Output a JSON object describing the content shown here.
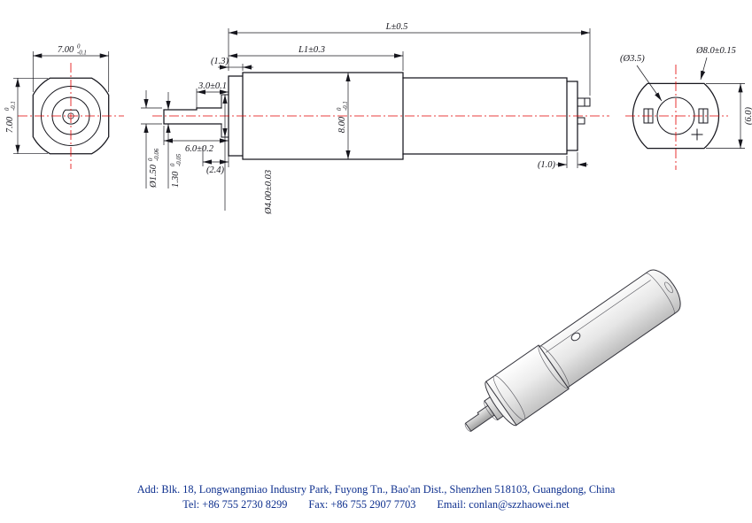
{
  "drawing": {
    "front_view": {
      "dim_width": {
        "value": "7.00",
        "tol_up": "0",
        "tol_dn": "-0.1"
      },
      "dim_height": {
        "value": "7.00",
        "tol_up": "0",
        "tol_dn": "-0.1"
      }
    },
    "side_view": {
      "dim_overall_length": "L±0.5",
      "dim_gearbox_length": "L1±0.3",
      "dim_front_cap": "(1.3)",
      "dim_shaft_flat_length": "3.0±0.1",
      "dim_body_dia": {
        "value": "8.00",
        "tol_up": "0",
        "tol_dn": "-0.1"
      },
      "dim_shaft_length": "6.0±0.2",
      "dim_pinion": "(2.4)",
      "dim_shaft_dia": {
        "value": "Ø1.50",
        "tol_up": "0",
        "tol_dn": "-0.06"
      },
      "dim_shaft_flat_height": {
        "value": "1.30",
        "tol_up": "0",
        "tol_dn": "-0.05"
      },
      "dim_boss_dia": "Ø4.00±0.03",
      "dim_end_cap": "(1.0)"
    },
    "rear_view": {
      "dim_hole": "(Ø3.5)",
      "dim_outer_dia": "Ø8.0±0.15",
      "dim_across_flats": "(6.0)"
    }
  },
  "footer": {
    "address": "Add: Blk. 18, Longwangmiao Industry Park, Fuyong Tn., Bao'an Dist., Shenzhen 518103, Guangdong, China",
    "tel": "Tel: +86 755 2730 8299",
    "fax": "Fax: +86 755 2907 7703",
    "email": "Email: conlan@szzhaowei.net"
  },
  "colors": {
    "line": "#16161d",
    "centerline": "#e10000",
    "footer_text": "#0d2f8e"
  }
}
